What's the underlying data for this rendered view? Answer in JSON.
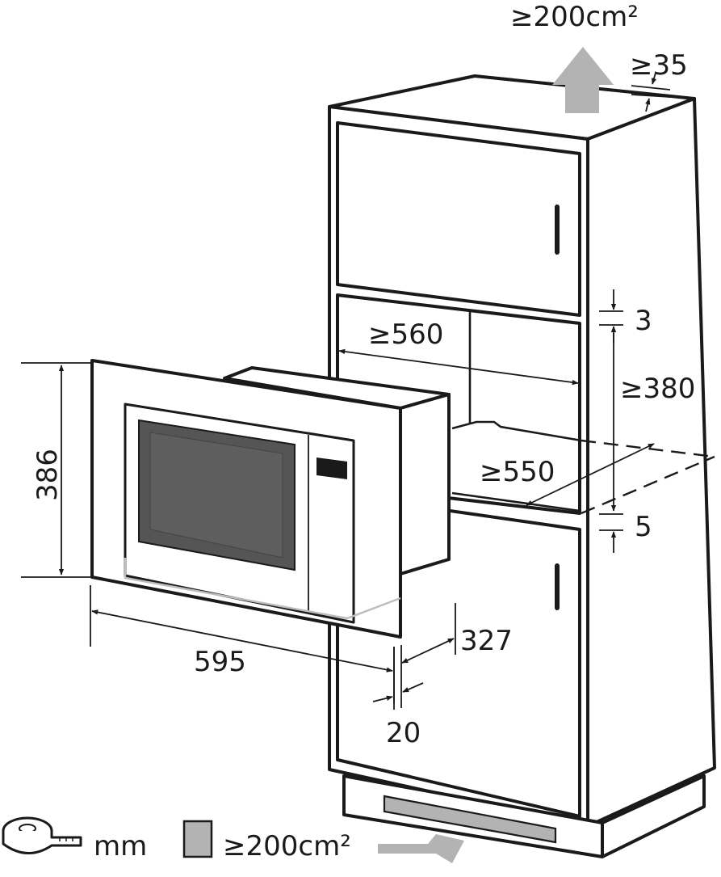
{
  "dimensions": {
    "vent_top_area": "≥200cm²",
    "top_gap": "≥35",
    "niche_width": "≥560",
    "upper_gap": "3",
    "niche_height": "≥380",
    "niche_depth": "≥550",
    "lower_gap": "5",
    "appliance_height": "386",
    "appliance_width": "595",
    "appliance_depth": "327",
    "frame_depth": "20"
  },
  "legend": {
    "unit_label": "mm",
    "vent_area_label": "≥200cm²",
    "tape_icon": "tape-measure-icon",
    "area_icon": "ventilation-area-icon"
  },
  "colors": {
    "line": "#1a1a1a",
    "vent_fill": "#b3b3b3",
    "window": "#555555"
  }
}
